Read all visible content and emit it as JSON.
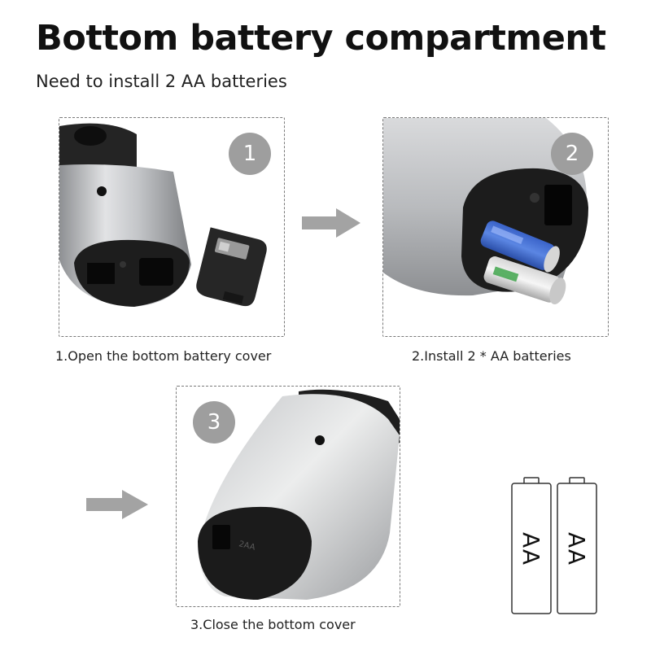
{
  "header": {
    "title": "Bottom battery compartment",
    "subtitle": "Need to install 2 AA batteries"
  },
  "steps": [
    {
      "number": "1",
      "caption": "1.Open the bottom battery cover"
    },
    {
      "number": "2",
      "caption": "2.Install 2 * AA batteries"
    },
    {
      "number": "3",
      "caption": "3.Close the bottom cover"
    }
  ],
  "batteries": [
    {
      "label": "AA"
    },
    {
      "label": "AA"
    }
  ],
  "colors": {
    "badge": "#9e9e9e",
    "arrow": "#a3a3a3",
    "device_silver": "#c9cacc",
    "device_dark": "#1d1d1d"
  }
}
